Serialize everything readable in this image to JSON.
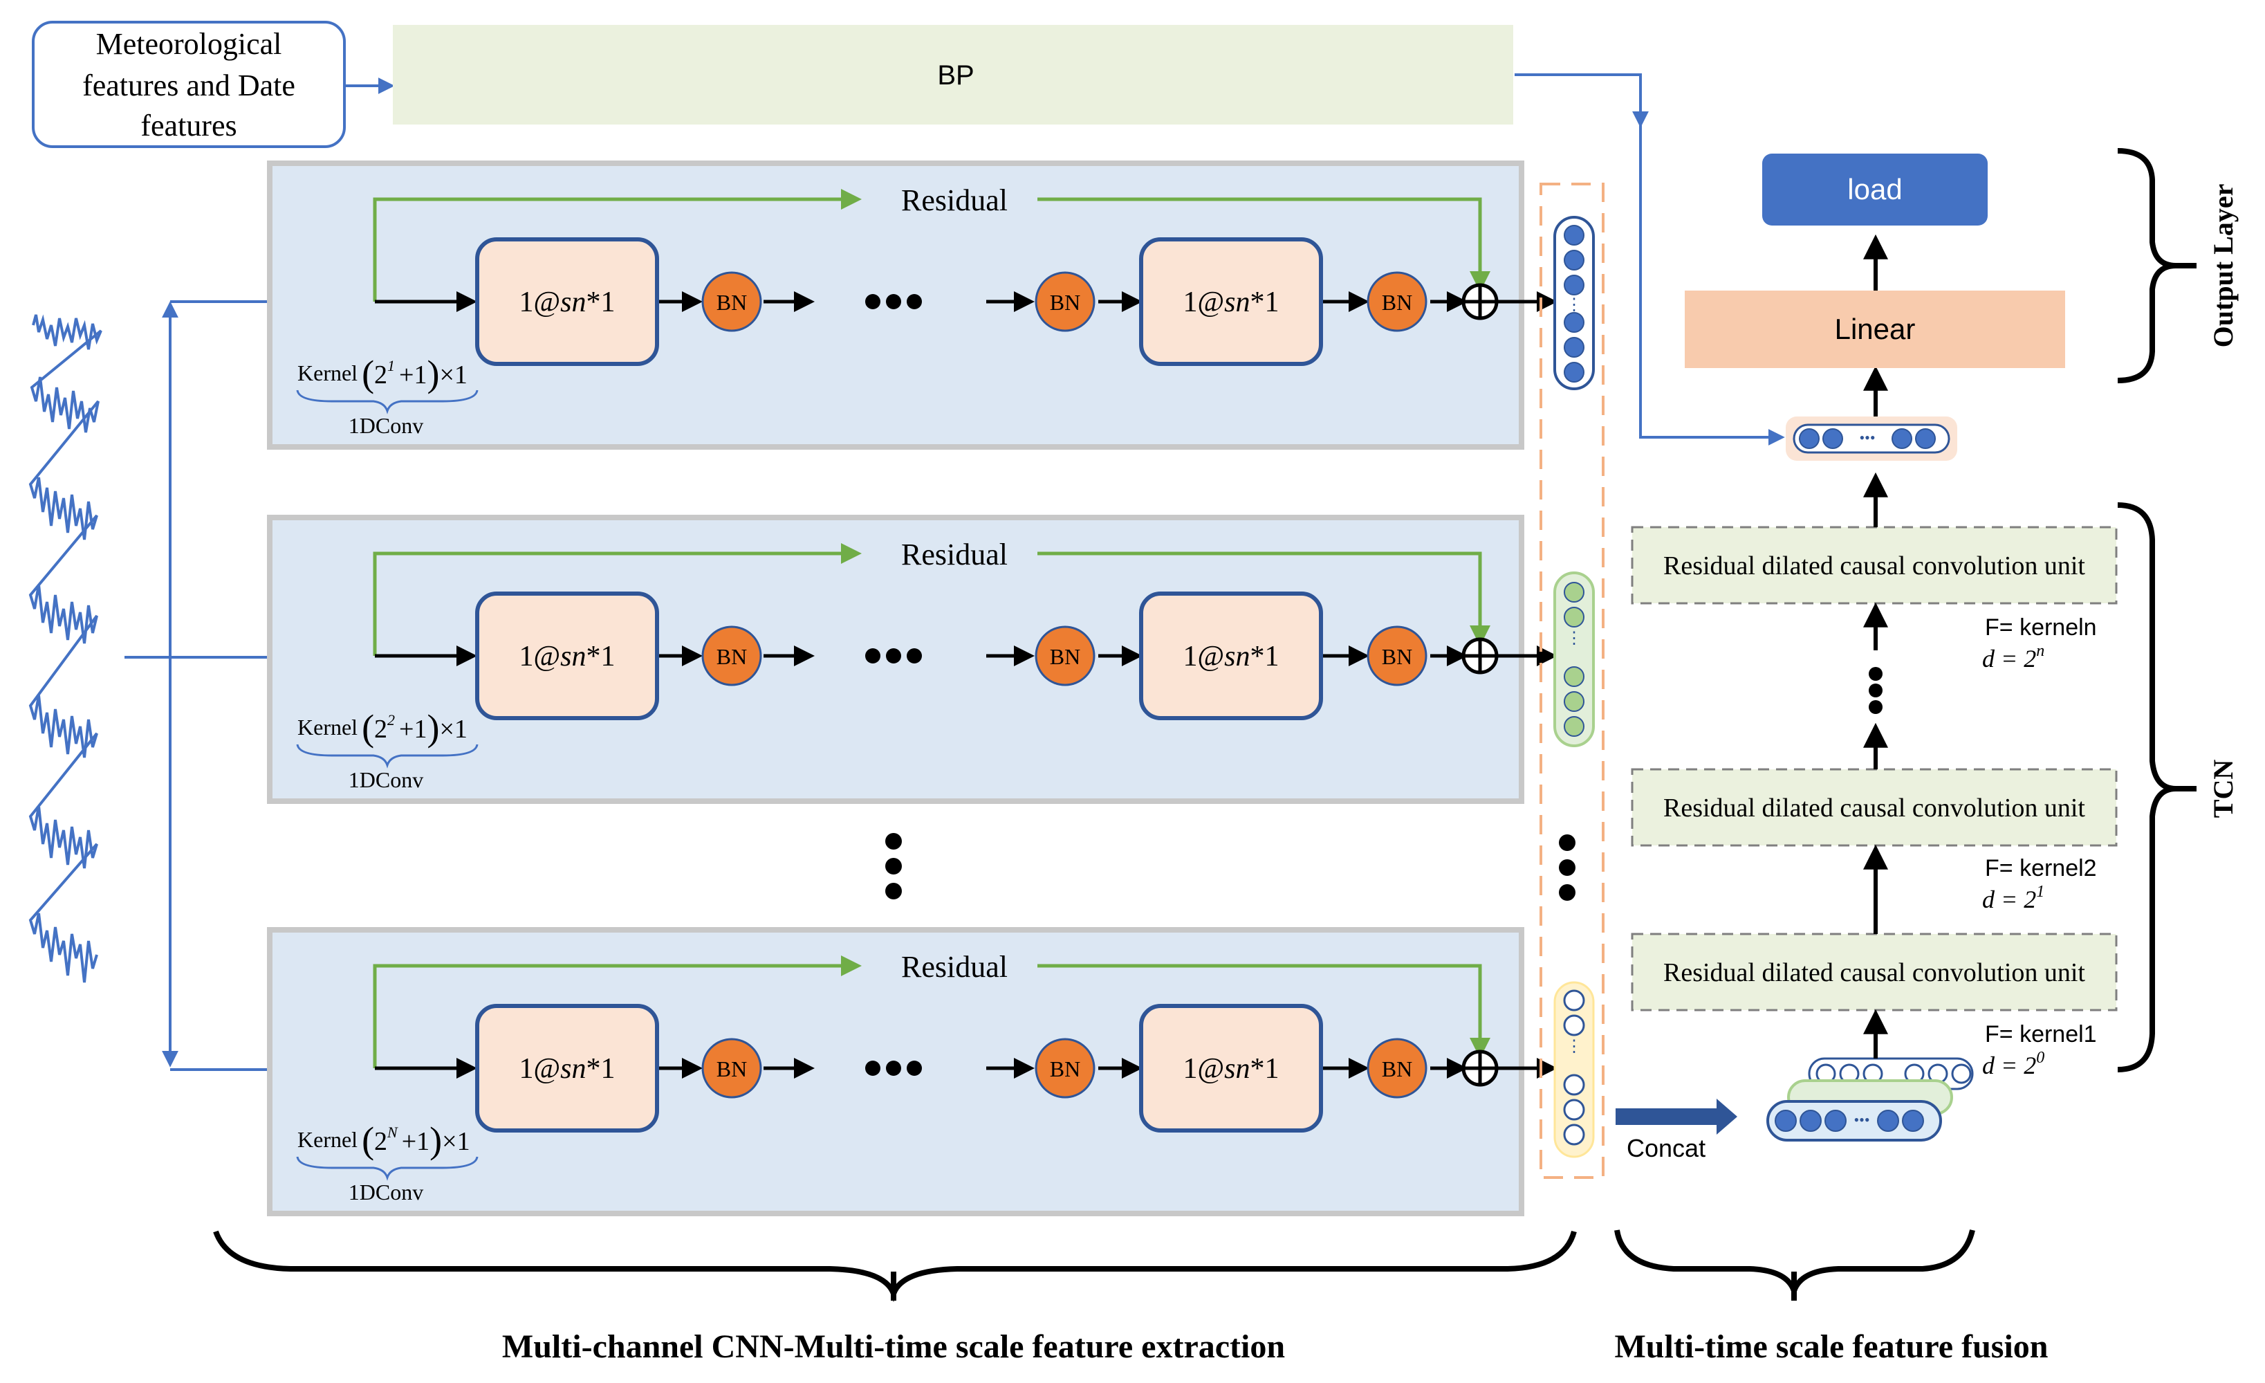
{
  "input_box": {
    "line1": "Meteorological",
    "line2": "features and Date",
    "line3": "features"
  },
  "bp": {
    "label": "BP"
  },
  "residual_label": "Residual",
  "conv_block": {
    "prefix": "1@",
    "italic": "sn",
    "suffix": "*1"
  },
  "bn_label": "BN",
  "channels": [
    {
      "kernel_prefix": "Kernel",
      "kernel_base": "2",
      "kernel_exp": "1",
      "kernel_suffix": "+1",
      "kernel_times": "×1",
      "conv_label": "1DConv"
    },
    {
      "kernel_prefix": "Kernel",
      "kernel_base": "2",
      "kernel_exp": "2",
      "kernel_suffix": "+1",
      "kernel_times": "×1",
      "conv_label": "1DConv"
    },
    {
      "kernel_prefix": "Kernel",
      "kernel_base": "2",
      "kernel_exp": "N",
      "kernel_suffix": "+1",
      "kernel_times": "×1",
      "conv_label": "1DConv"
    }
  ],
  "tcn_units": [
    {
      "label": "Residual dilated causal convolution unit",
      "kernel": "F= kerneln",
      "d_prefix": "d = 2",
      "d_exp": "n"
    },
    {
      "label": "Residual dilated causal convolution unit",
      "kernel": "F= kernel2",
      "d_prefix": "d = 2",
      "d_exp": "1"
    },
    {
      "label": "Residual dilated causal convolution unit",
      "kernel": "F= kernel1",
      "d_prefix": "d = 2",
      "d_exp": "0"
    }
  ],
  "concat_label": "Concat",
  "linear_label": "Linear",
  "load_label": "load",
  "side_labels": {
    "output_layer": "Output Layer",
    "tcn": "TCN"
  },
  "bottom_labels": {
    "left": "Multi-channel CNN-Multi-time scale feature extraction",
    "right": "Multi-time scale feature fusion"
  },
  "colors": {
    "panel_fill": "#dce7f3",
    "panel_border": "#c8c8c8",
    "conv_fill": "#fbe4d5",
    "conv_border": "#2f5597",
    "bn_fill": "#ed7d31",
    "bp_fill": "#ebf1de",
    "green_arrow": "#70ad47",
    "blue_arrow": "#4472c4",
    "load_fill": "#4472c4",
    "linear_fill": "#f8cbad",
    "tcn_unit_fill": "#ebf1de",
    "dashed_orange": "#f4b183",
    "signal": "#4472c4"
  }
}
